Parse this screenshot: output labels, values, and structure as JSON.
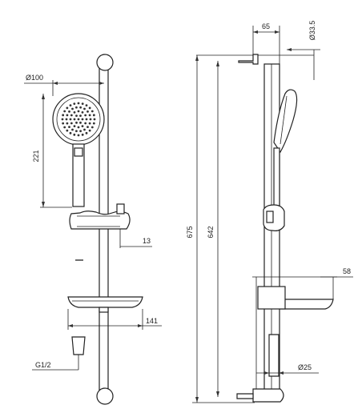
{
  "dimensions": {
    "head_diameter": "Ø100",
    "height_221": "221",
    "depth_13": "13",
    "width_141": "141",
    "thread": "G1/2",
    "total_height": "675",
    "height_642": "642",
    "offset_65": "65",
    "bar_diameter": "Ø33.5",
    "soap_dish_depth": "58",
    "hose_diameter": "Ø25"
  }
}
